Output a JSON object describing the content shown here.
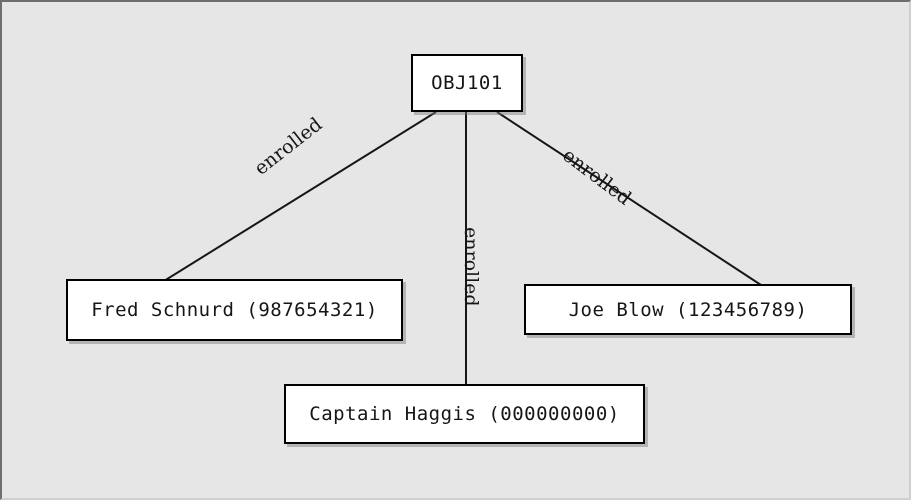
{
  "diagram": {
    "type": "node-link-graph",
    "background_color": "#e6e6e6",
    "node_fill_color": "#ffffff",
    "node_border_color": "#000000",
    "edge_color": "#161616",
    "nodes": [
      {
        "id": "obj101",
        "label": "OBJ101",
        "role": "course-object"
      },
      {
        "id": "fred",
        "label": "Fred Schnurd (987654321)",
        "role": "student"
      },
      {
        "id": "joe",
        "label": "Joe Blow (123456789)",
        "role": "student"
      },
      {
        "id": "captain",
        "label": "Captain Haggis (000000000)",
        "role": "student"
      }
    ],
    "edges": [
      {
        "from": "obj101",
        "to": "fred",
        "label": "enrolled"
      },
      {
        "from": "obj101",
        "to": "captain",
        "label": "enrolled"
      },
      {
        "from": "obj101",
        "to": "joe",
        "label": "enrolled"
      }
    ]
  }
}
